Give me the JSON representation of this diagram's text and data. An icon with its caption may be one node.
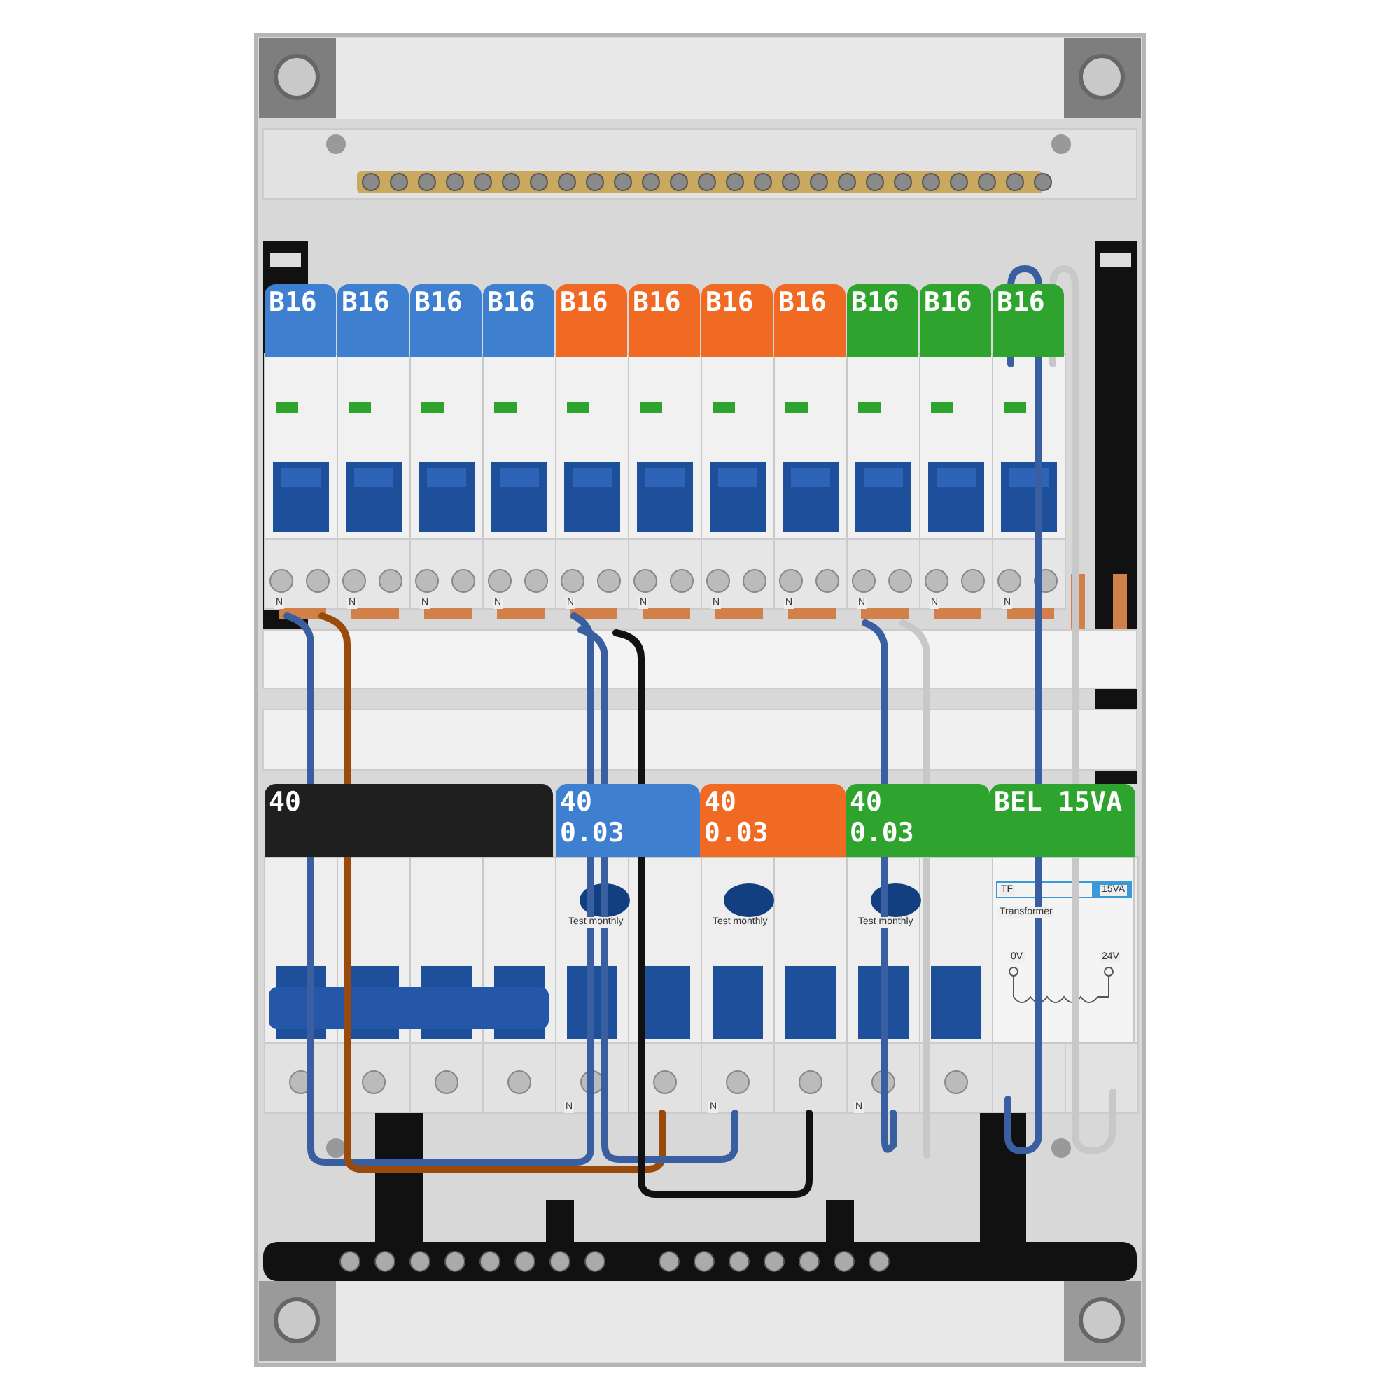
{
  "diagram": {
    "nodes": [
      {
        "text": [
          "B16"
        ]
      },
      {
        "text": [
          "B16"
        ]
      },
      {
        "text": [
          "B16"
        ]
      },
      {
        "text": [
          "B16"
        ]
      },
      {
        "text": [
          "B16"
        ]
      },
      {
        "text": [
          "B16"
        ]
      },
      {
        "text": [
          "B16"
        ]
      },
      {
        "text": [
          "B16"
        ]
      },
      {
        "text": [
          "B16"
        ]
      },
      {
        "text": [
          "B16"
        ]
      },
      {
        "text": [
          "B16"
        ]
      },
      {
        "text": [
          "40"
        ]
      },
      {
        "text": [
          "40 0.03"
        ]
      },
      {
        "text": [
          "40 0.03"
        ]
      },
      {
        "text": [
          "40 0.03"
        ]
      },
      {
        "text": [
          "BEL 15VA"
        ]
      }
    ],
    "labels": [
      "N",
      "N",
      "N",
      "N",
      "N",
      "N",
      "N",
      "N",
      "N",
      "N",
      "N",
      "Test monthly",
      "Test monthly",
      "Test monthly",
      "TF",
      "15VA",
      "Transformer",
      "0V",
      "24V",
      "N",
      "N",
      "N"
    ]
  }
}
